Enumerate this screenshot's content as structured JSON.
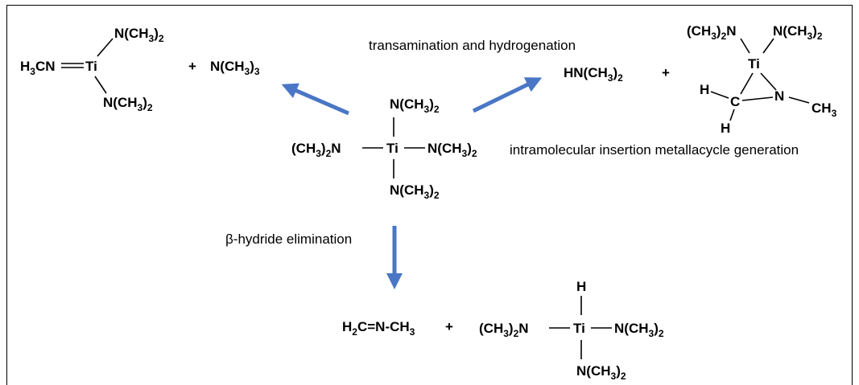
{
  "arrow_color": "#4a76c6",
  "labels": {
    "transamination": "transamination and hydrogenation",
    "metallacycle": "intramolecular insertion metallacycle generation",
    "beta_hydride": "β-hydride elimination"
  },
  "plus": "+",
  "atoms": {
    "Ti": "Ti",
    "N": "N",
    "H": "H",
    "C": "C",
    "CH": "CH",
    "CH3": "CH",
    "s2": "2",
    "s3": "3",
    "NMe_open": "N(CH",
    "close": ")",
    "Me_open": "(CH",
    "close_N": ")",
    "H3CN_H": "H",
    "H3CN_rest": "CN",
    "HN_open": "HN(CH",
    "H2C_H": "H",
    "H2C_rest": "C=N-CH"
  }
}
